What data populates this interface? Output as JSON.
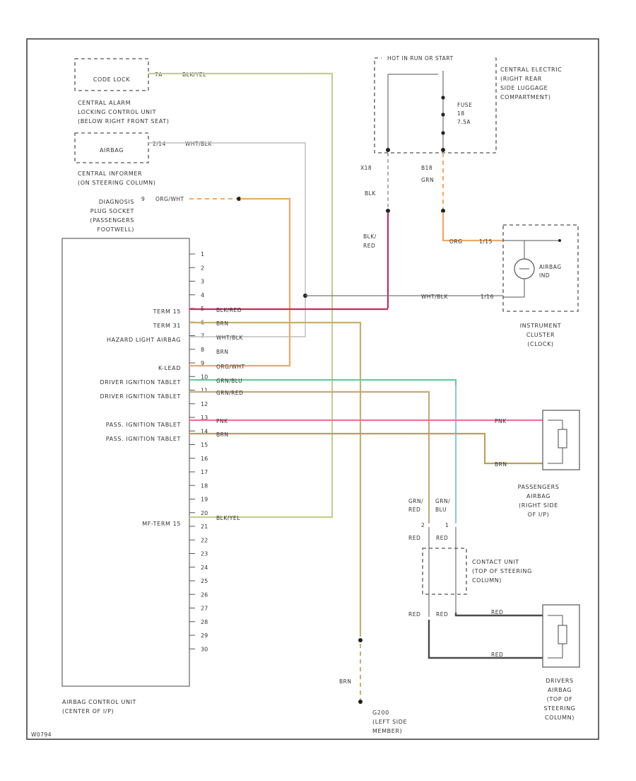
{
  "diagram": {
    "figure_code": "W0794",
    "components": {
      "code_lock": "CODE LOCK",
      "alarm_unit": [
        "CENTRAL ALARM",
        "LOCKING CONTROL UNIT",
        "(BELOW RIGHT FRONT SEAT)"
      ],
      "airbag_small": "AIRBAG",
      "informer": [
        "CENTRAL INFORMER",
        "(ON STEERING COLUMN)"
      ],
      "diag_socket": [
        "DIAGNOSIS",
        "PLUG SOCKET",
        "(PASSENGERS",
        "FOOTWELL)"
      ],
      "hot_label": "HOT IN RUN OR START",
      "central_electric": [
        "CENTRAL ELECTRIC",
        "(RIGHT REAR",
        "SIDE LUGGAGE",
        "COMPARTMENT)"
      ],
      "fuse": [
        "FUSE",
        "18",
        "7.5A"
      ],
      "airbag_ind": [
        "AIRBAG",
        "IND"
      ],
      "instrument_cluster": [
        "INSTRUMENT",
        "CLUSTER",
        "(CLOCK)"
      ],
      "passenger_airbag": [
        "PASSENGERS",
        "AIRBAG",
        "(RIGHT SIDE",
        "OF I/P)"
      ],
      "contact_unit": [
        "CONTACT UNIT",
        "(TOP OF STEERING",
        "COLUMN)"
      ],
      "driver_airbag": [
        "DRIVERS",
        "AIRBAG",
        "(TOP OF",
        "STEERING",
        "COLUMN)"
      ],
      "ground": [
        "G200",
        "(LEFT SIDE",
        "MEMBER)"
      ],
      "ecu": [
        "AIRBAG CONTROL UNIT",
        "(CENTER OF I/P)"
      ]
    },
    "ecu_pins": [
      "1",
      "2",
      "3",
      "4",
      "5",
      "6",
      "7",
      "8",
      "9",
      "10",
      "11",
      "12",
      "13",
      "14",
      "15",
      "16",
      "17",
      "18",
      "19",
      "20",
      "21",
      "22",
      "23",
      "24",
      "25",
      "26",
      "27",
      "28",
      "29",
      "30"
    ],
    "ecu_pin_labels": {
      "p5": "TERM 15",
      "p6": "TERM 31",
      "p7": "HAZARD LIGHT AIRBAG",
      "p10": "K-LEAD",
      "p11": "DRIVER IGNITION TABLET",
      "p12": "DRIVER IGNITION TABLET",
      "p14": "PASS. IGNITION TABLET",
      "p15": "PASS. IGNITION TABLET",
      "p20": "MF-TERM 15"
    },
    "wire_labels": {
      "code_lock_wire": "BLK/YEL",
      "code_lock_pin": "7A",
      "airbag_wire": "WHT/BLK",
      "airbag_pin": "2/14",
      "diag_wire": "ORG/WHT",
      "diag_pin": "9",
      "p5": "BLK/RED",
      "p6": "BRN",
      "p7": "WHT/BLK",
      "p8": "BRN",
      "p9": "ORG/WHT",
      "p10": "GRN/BLU",
      "p11": "GRN/RED",
      "p14": "PNK",
      "p15": "BRN",
      "p20": "BLK/YEL",
      "fuse_left_pin": "X18",
      "fuse_right_pin": "B18",
      "blk": "BLK",
      "grn": "GRN",
      "blk_red": [
        "BLK/",
        "RED"
      ],
      "org_cluster": "ORG",
      "cluster_pin_top": "1/15",
      "cluster_pin_mid": "1/16",
      "cluster_wire_mid": "WHT/BLK",
      "pnk_right": "PNK",
      "brn_right": "BRN",
      "grn_red_contact": [
        "GRN/",
        "RED"
      ],
      "grn_blu_contact": [
        "GRN/",
        "BLU"
      ],
      "pin_2": "2",
      "pin_1": "1",
      "red_top": "RED",
      "red_bottom": "RED",
      "red_driver_1": "RED",
      "red_driver_2": "RED",
      "brn_ground": "BRN"
    },
    "wire_colors": {
      "blk_yel": "#c3cf8e",
      "wht_blk": "#bdbdbd",
      "org_wht": "#f0a865",
      "blk_red": "#c22e5c",
      "brn": "#c9b06a",
      "grn_blu": "#6ac9a1",
      "grn_red": "#c8a87c",
      "pnk": "#f2719c",
      "brn2": "#b9a05c",
      "blu": "#97c4e6",
      "red_dark": "#4a4a4a",
      "gray": "#777777"
    }
  }
}
